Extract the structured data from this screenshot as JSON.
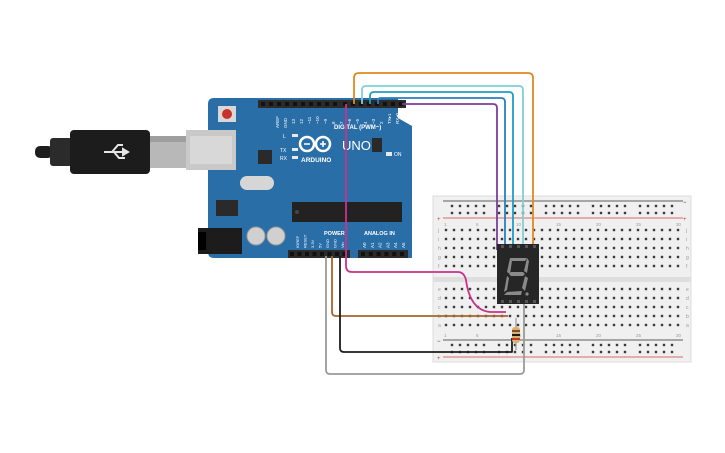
{
  "board": {
    "brand": "ARDUINO",
    "model": "UNO",
    "digital_label": "DIGITAL (PWM~)",
    "analog_label": "ANALOG IN",
    "power_label": "POWER",
    "on_label": "ON",
    "tx_label": "TX",
    "rx_label": "RX",
    "l_label": "L",
    "aref_label": "AREF",
    "gnd_label": "GND",
    "digital_pins": [
      "13",
      "12",
      "~11",
      "~10",
      "~9",
      "8",
      "7",
      "~6",
      "~5",
      "4",
      "~3",
      "2",
      "TX▸1",
      "RX◂0"
    ],
    "power_pins": [
      "IOREF",
      "RESET",
      "3.3V",
      "5V",
      "GND",
      "GND",
      "Vin"
    ],
    "analog_pins": [
      "A0",
      "A1",
      "A2",
      "A3",
      "A4",
      "A5"
    ],
    "colors": {
      "pcb": "#2a6ea8",
      "header": "#2b2b2b"
    }
  },
  "breadboard": {
    "row_letters_top": [
      "j",
      "i",
      "h",
      "g",
      "f"
    ],
    "row_letters_bottom": [
      "e",
      "d",
      "c",
      "b",
      "a"
    ],
    "column_numbers": [
      "1",
      "5",
      "10",
      "15",
      "20",
      "25",
      "30"
    ],
    "rail_plus": "+",
    "rail_minus": "−"
  },
  "display": {
    "digit": "8",
    "segment_color": "#8a8a8a"
  },
  "wire_colors": {
    "orange": "#e08a1e",
    "light_blue": "#7fd0d8",
    "teal": "#1f9fbf",
    "blue": "#2a7fc0",
    "purple": "#7b3f9a",
    "magenta": "#c8328c",
    "brown": "#a8652c",
    "black": "#1c1c1c",
    "gray": "#9a9a9a"
  }
}
